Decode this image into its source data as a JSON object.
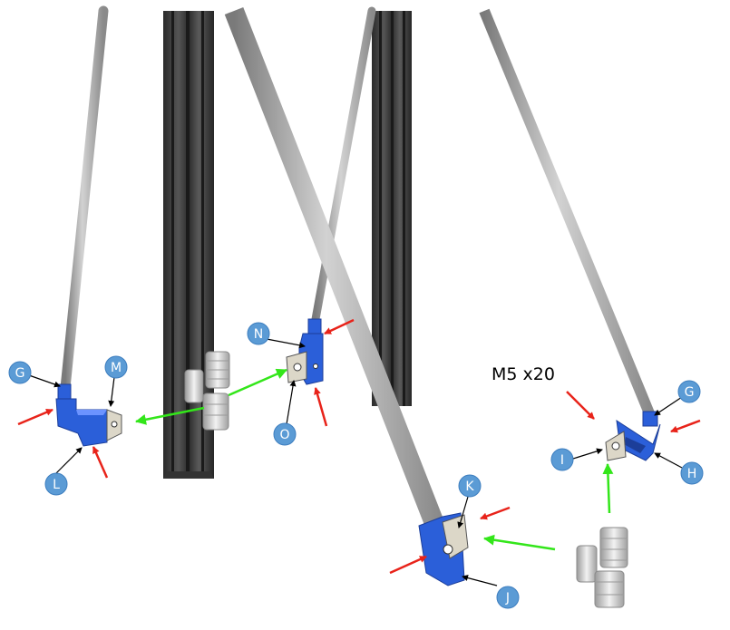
{
  "annotation": "M5 x20",
  "callouts": {
    "G_left": "G",
    "M": "M",
    "L": "L",
    "N": "N",
    "O": "O",
    "K": "K",
    "J": "J",
    "G_right": "G",
    "I": "I",
    "H": "H"
  },
  "colors": {
    "callout_fill": "#5b9bd5",
    "bracket_blue": "#2b5fd9",
    "rod_gray": "#a9a9a9",
    "extrusion_dark": "#3a3a3a",
    "arrow_red": "#e8231a",
    "arrow_green": "#33e61a",
    "nut_plate": "#d7d2c4",
    "screw_silver": "#d0d0d0"
  }
}
